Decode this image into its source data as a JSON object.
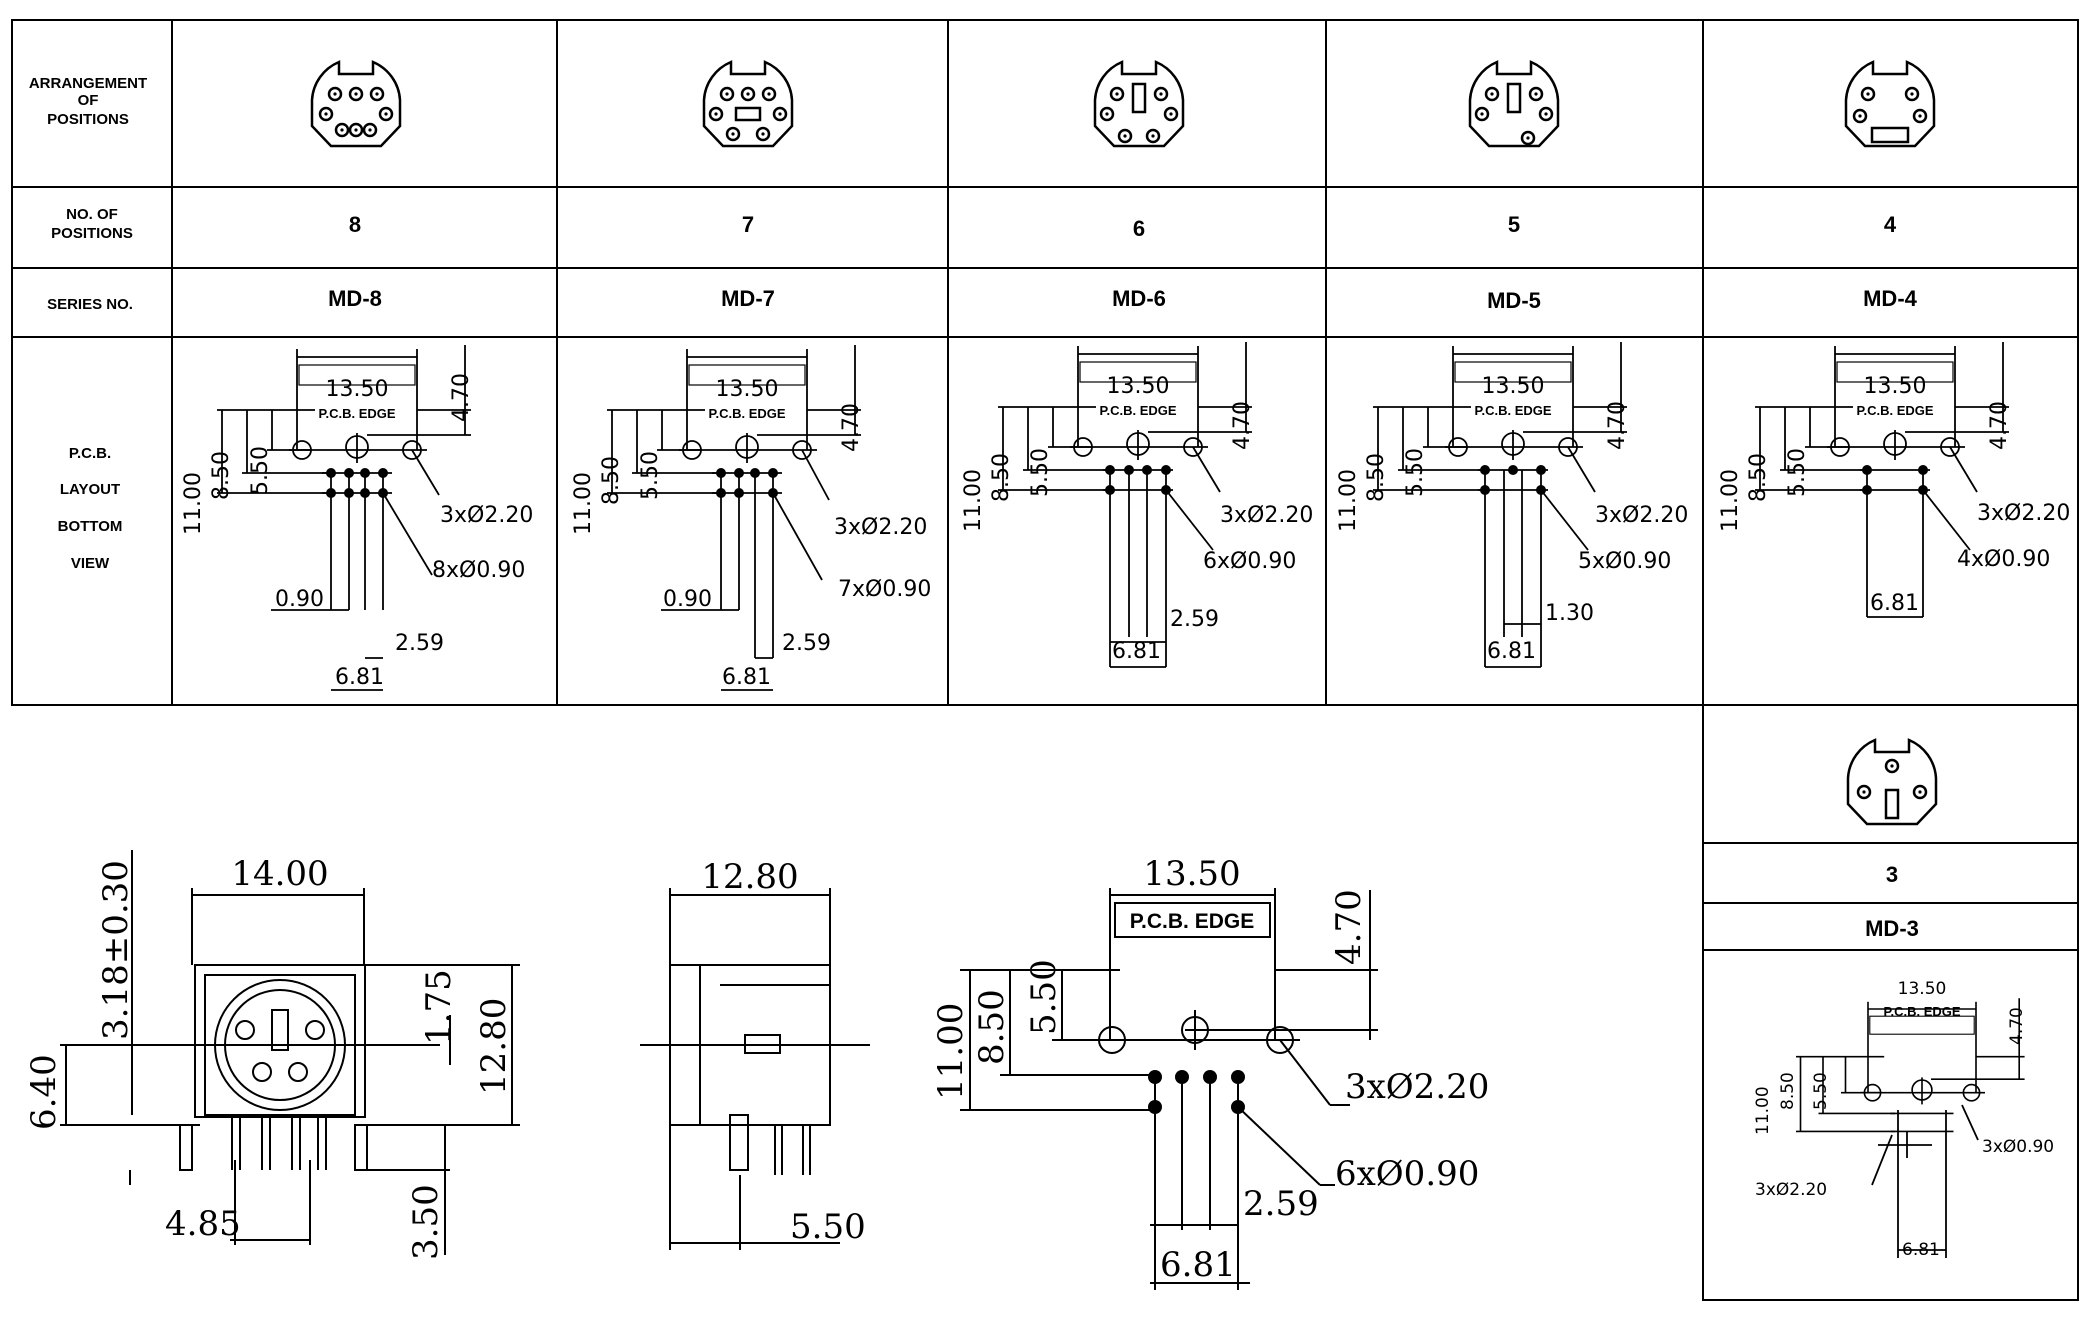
{
  "row_labels": {
    "arrangement": [
      "ARRANGEMENT",
      "OF",
      "POSITIONS"
    ],
    "positions": [
      "NO. OF",
      "POSITIONS"
    ],
    "series": "SERIES NO.",
    "pcb": [
      "P.C.B.",
      "LAYOUT",
      "BOTTOM",
      "VIEW"
    ]
  },
  "columns": [
    {
      "positions": "8",
      "series": "MD-8",
      "width": "13.50",
      "edge": "P.C.B. EDGE",
      "h1": "4.70",
      "v1": "11.00",
      "v2": "8.50",
      "v3": "5.50",
      "mount": "3xØ2.20",
      "pins": "8xØ0.90",
      "d1": "0.90",
      "d2": "2.59",
      "d3": "6.81"
    },
    {
      "positions": "7",
      "series": "MD-7",
      "width": "13.50",
      "edge": "P.C.B. EDGE",
      "h1": "4.70",
      "v1": "11.00",
      "v2": "8.50",
      "v3": "5.50",
      "mount": "3xØ2.20",
      "pins": "7xØ0.90",
      "d1": "0.90",
      "d2": "2.59",
      "d3": "6.81"
    },
    {
      "positions": "6",
      "series": "MD-6",
      "width": "13.50",
      "edge": "P.C.B. EDGE",
      "h1": "4.70",
      "v1": "11.00",
      "v2": "8.50",
      "v3": "5.50",
      "mount": "3xØ2.20",
      "pins": "6xØ0.90",
      "d1": "",
      "d2": "2.59",
      "d3": "6.81"
    },
    {
      "positions": "5",
      "series": "MD-5",
      "width": "13.50",
      "edge": "P.C.B. EDGE",
      "h1": "4.70",
      "v1": "11.00",
      "v2": "8.50",
      "v3": "5.50",
      "mount": "3xØ2.20",
      "pins": "5xØ0.90",
      "d1": "",
      "d2": "1.30",
      "d3": "6.81"
    },
    {
      "positions": "4",
      "series": "MD-4",
      "width": "13.50",
      "edge": "P.C.B. EDGE",
      "h1": "4.70",
      "v1": "11.00",
      "v2": "8.50",
      "v3": "5.50",
      "mount": "3xØ2.20",
      "pins": "4xØ0.90",
      "d1": "",
      "d2": "",
      "d3": "6.81"
    }
  ],
  "md3": {
    "positions": "3",
    "series": "MD-3",
    "width": "13.50",
    "edge": "P.C.B. EDGE",
    "h1": "4.70",
    "v1": "11.00",
    "v2": "8.50",
    "v3": "5.50",
    "mount": "3xØ2.20",
    "pins": "3xØ0.90",
    "d3": "6.81"
  },
  "front_view": {
    "width": "14.00",
    "top": "3.18±0.30",
    "left": "6.40",
    "r1": "1.75",
    "r2": "12.80",
    "bottom": "3.50",
    "pin": "4.85"
  },
  "side_view": {
    "width": "12.80",
    "pin": "5.50"
  },
  "layout_large": {
    "width": "13.50",
    "edge": "P.C.B. EDGE",
    "h1": "4.70",
    "v1": "11.00",
    "v2": "8.50",
    "v3": "5.50",
    "mount": "3xØ2.20",
    "pins": "6xØ0.90",
    "d2": "2.59",
    "d3": "6.81"
  }
}
